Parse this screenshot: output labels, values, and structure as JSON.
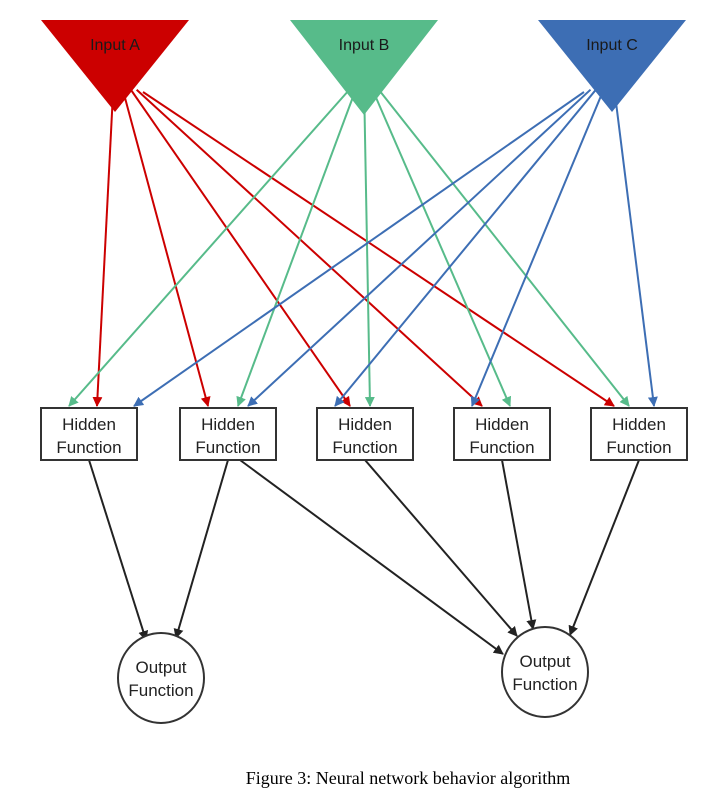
{
  "inputs": [
    {
      "id": "A",
      "label": "Input A",
      "color": "#cc0000"
    },
    {
      "id": "B",
      "label": "Input B",
      "color": "#57bb8a"
    },
    {
      "id": "C",
      "label": "Input C",
      "color": "#3d6eb4"
    }
  ],
  "hidden": [
    {
      "id": "H1",
      "line1": "Hidden",
      "line2": "Function"
    },
    {
      "id": "H2",
      "line1": "Hidden",
      "line2": "Function"
    },
    {
      "id": "H3",
      "line1": "Hidden",
      "line2": "Function"
    },
    {
      "id": "H4",
      "line1": "Hidden",
      "line2": "Function"
    },
    {
      "id": "H5",
      "line1": "Hidden",
      "line2": "Function"
    }
  ],
  "outputs": [
    {
      "id": "O1",
      "line1": "Output",
      "line2": "Function"
    },
    {
      "id": "O2",
      "line1": "Output",
      "line2": "Function"
    }
  ],
  "edges_input_hidden": [
    [
      "A",
      "H1"
    ],
    [
      "A",
      "H2"
    ],
    [
      "A",
      "H3"
    ],
    [
      "A",
      "H4"
    ],
    [
      "A",
      "H5"
    ],
    [
      "B",
      "H1"
    ],
    [
      "B",
      "H2"
    ],
    [
      "B",
      "H3"
    ],
    [
      "B",
      "H4"
    ],
    [
      "B",
      "H5"
    ],
    [
      "C",
      "H1"
    ],
    [
      "C",
      "H2"
    ],
    [
      "C",
      "H3"
    ],
    [
      "C",
      "H4"
    ],
    [
      "C",
      "H5"
    ]
  ],
  "edges_hidden_output": [
    [
      "H1",
      "O1"
    ],
    [
      "H2",
      "O1"
    ],
    [
      "H2",
      "O2"
    ],
    [
      "H3",
      "O2"
    ],
    [
      "H4",
      "O2"
    ],
    [
      "H5",
      "O2"
    ]
  ],
  "edge_color": "#222222",
  "caption": "Figure 3: Neural network behavior algorithm"
}
